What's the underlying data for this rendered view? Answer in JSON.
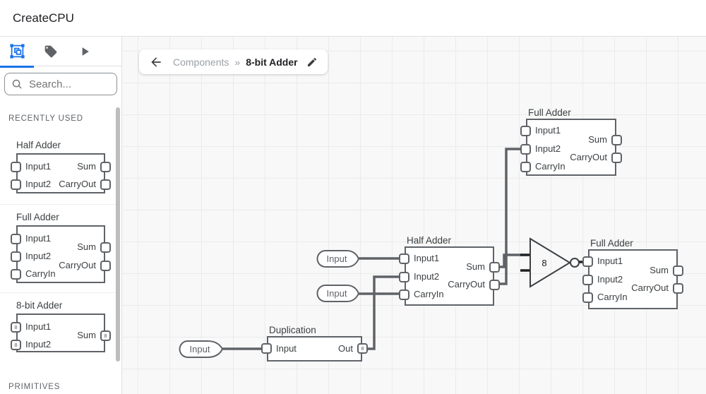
{
  "app": {
    "title": "CreateCPU"
  },
  "sidebar": {
    "tabs": [
      {
        "label": "components",
        "active": true
      },
      {
        "label": "tags",
        "active": false
      },
      {
        "label": "run",
        "active": false
      }
    ],
    "search_placeholder": "Search...",
    "recently_used_label": "RECENTLY USED",
    "primitives_label": "PRIMITIVES",
    "components": [
      {
        "title": "Half Adder",
        "left_ports": [
          {
            "label": "Input1"
          },
          {
            "label": "Input2"
          }
        ],
        "right_ports": [
          {
            "label": "Sum"
          },
          {
            "label": "CarryOut"
          }
        ]
      },
      {
        "title": "Full Adder",
        "left_ports": [
          {
            "label": "Input1"
          },
          {
            "label": "Input2"
          },
          {
            "label": "CarryIn"
          }
        ],
        "right_ports": [
          {
            "label": "Sum"
          },
          {
            "label": "CarryOut"
          }
        ]
      },
      {
        "title": "8-bit Adder",
        "left_ports": [
          {
            "label": "Input1",
            "bits": "8"
          },
          {
            "label": "Input2",
            "bits": "8"
          }
        ],
        "right_ports": [
          {
            "label": "Sum",
            "bits": "8"
          }
        ]
      }
    ]
  },
  "breadcrumb": {
    "parent": "Components",
    "separator": "»",
    "current": "8-bit Adder"
  },
  "canvas": {
    "nodes": {
      "full_adder_top": {
        "title": "Full Adder",
        "in1": "Input1",
        "in2": "Input2",
        "cin": "CarryIn",
        "sum": "Sum",
        "cout": "CarryOut"
      },
      "half_adder": {
        "title": "Half Adder",
        "in1": "Input1",
        "in2": "Input2",
        "cin": "CarryIn",
        "sum": "Sum",
        "cout": "CarryOut"
      },
      "full_adder_right": {
        "title": "Full Adder",
        "in1": "Input1",
        "in2": "Input2",
        "cin": "CarryIn",
        "sum": "Sum",
        "cout": "CarryOut"
      },
      "duplication": {
        "title": "Duplication",
        "in": "Input",
        "out": "Out",
        "out_bits": "8"
      },
      "gate": {
        "bits": "8"
      }
    },
    "input_pills": [
      {
        "label": "Input"
      },
      {
        "label": "Input"
      },
      {
        "label": "Input"
      }
    ]
  },
  "colors": {
    "accent": "#1a73e8",
    "wire": "#5f6368",
    "box_border": "#5f6368",
    "canvas_bg": "#f8f8f8",
    "grid_line": "#ebebeb",
    "text_primary": "#202124",
    "text_secondary": "#5f6368"
  }
}
